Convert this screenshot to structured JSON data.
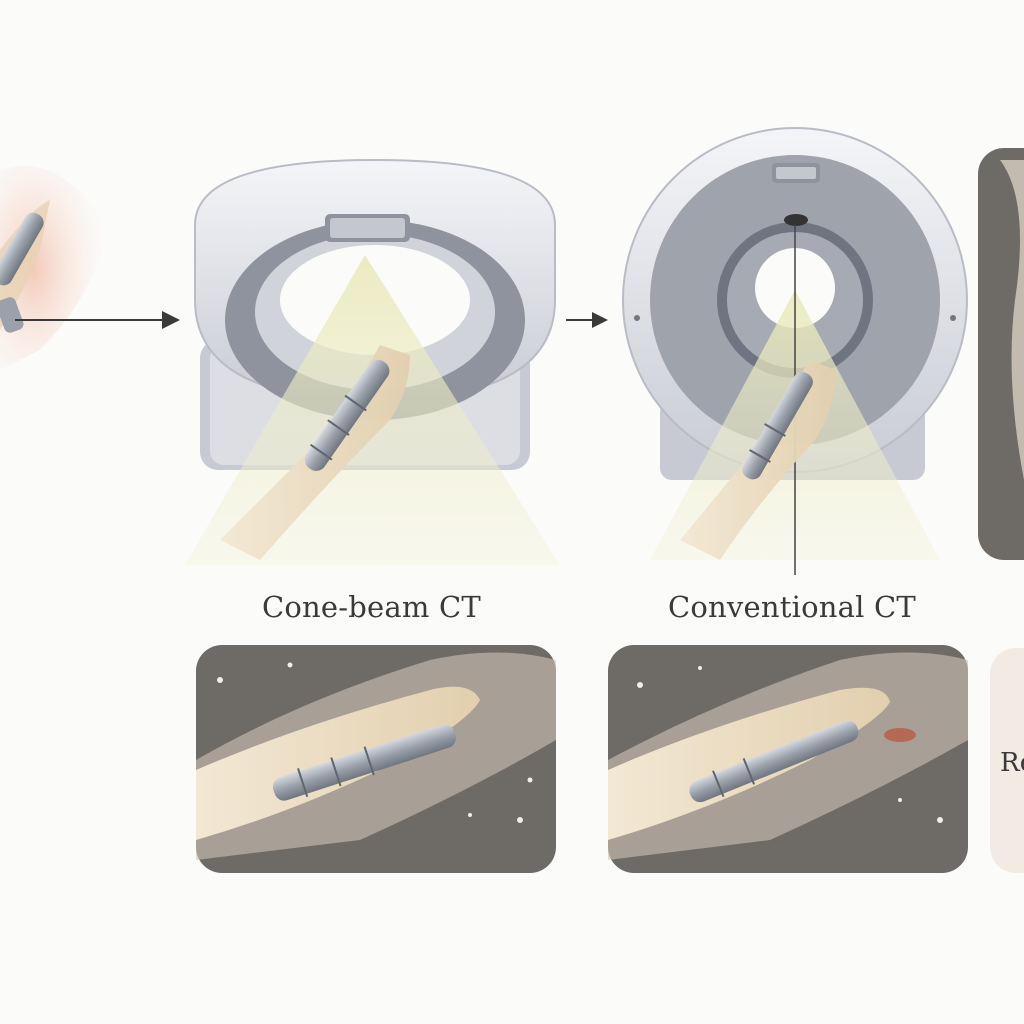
{
  "labels": {
    "cone_beam": "Cone-beam CT",
    "conventional": "Conventional CT",
    "partial_right": "Re"
  },
  "colors": {
    "gantry_shell": "#e3e4ea",
    "gantry_dark": "#8e939d",
    "beam": "#e6e6b4",
    "bone": "#eadcc4",
    "implant": "#9aa1ab",
    "scan_panel": "#6e6a66",
    "arrow": "#3a3a3a"
  }
}
